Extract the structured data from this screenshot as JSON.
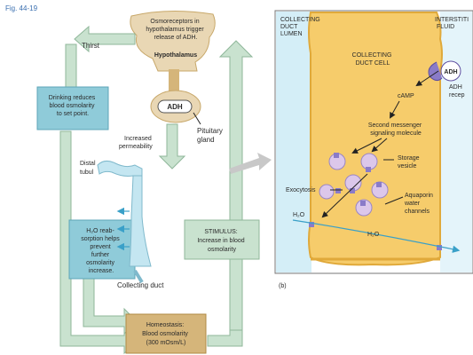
{
  "figure_label": "Fig. 44-19",
  "left": {
    "osmoreceptors": [
      "Osmoreceptors in",
      "hypothalamus trigger",
      "release of ADH."
    ],
    "hypothalamus": "Hypothalamus",
    "thirst": "Thirst",
    "adh": "ADH",
    "pituitary": [
      "Pituitary",
      "gland"
    ],
    "drinking": [
      "Drinking reduces",
      "blood osmolarity",
      "to set point."
    ],
    "increased_perm": [
      "Increased",
      "permeability"
    ],
    "distal_tubule": [
      "Distal",
      "tubul"
    ],
    "reabsorption": [
      "H₂O reab-",
      "sorption helps",
      "prevent",
      "further",
      "osmolarity",
      "increase."
    ],
    "stimulus": [
      "STIMULUS:",
      "Increase in blood",
      "osmolarity"
    ],
    "collecting_duct": "Collecting duct",
    "homeostasis": [
      "Homeostasis:",
      "Blood osmolarity",
      "(300 mOsm/L)"
    ]
  },
  "right": {
    "lumen": [
      "COLLECTING",
      "DUCT",
      "LUMEN"
    ],
    "interstitial": [
      "INTERSTITI",
      "FLUID"
    ],
    "cell": [
      "COLLECTING",
      "DUCT CELL"
    ],
    "adh": "ADH",
    "receptor": [
      "ADH",
      "recep"
    ],
    "camp": "cAMP",
    "messenger": [
      "Second messenger",
      "signaling molecule"
    ],
    "storage": [
      "Storage",
      "vesicle"
    ],
    "exocytosis": "Exocytosis",
    "aquaporin": [
      "Aquaporin",
      "water",
      "channels"
    ],
    "h2o_in": "H₂O",
    "h2o_mid": "H₂O",
    "panel": "(b)"
  },
  "colors": {
    "loop_arrow": "#c9e2cf",
    "loop_edge": "#8fb79a",
    "blue_box": "#8fcbd9",
    "tan_box": "#d5b57a",
    "duct": "#c4e6f1",
    "cell": "#f6cc6b",
    "cell_edge": "#e0a93a",
    "vesicle": "#dcc7ea",
    "channel": "#8a7bc8"
  }
}
